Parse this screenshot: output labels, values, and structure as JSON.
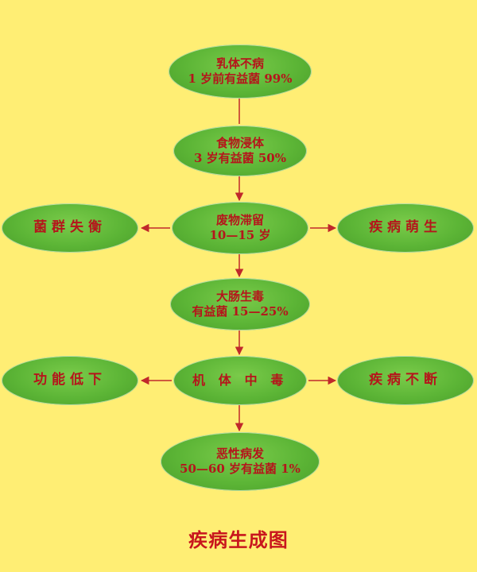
{
  "colors": {
    "background": "#FFEE74",
    "node_fill": "#5CB536",
    "text_red": "#B5151B",
    "arrow_red": "#C0282B"
  },
  "main_chain": [
    {
      "line1": "乳体不病",
      "line2": "1 岁前有益菌 99%"
    },
    {
      "line1": "食物浸体",
      "line2": "3 岁有益菌 50%"
    },
    {
      "line1": "废物滞留",
      "line2": "10—15 岁"
    },
    {
      "line1": "大肠生毒",
      "line2": "有益菌 15—25%"
    },
    {
      "line1": "机 体 中 毒"
    },
    {
      "line1": "恶性病发",
      "line2": "50—60 岁有益菌 1%"
    }
  ],
  "branches": {
    "row3_left": "菌群失衡",
    "row3_right": "疾病萌生",
    "row5_left": "功能低下",
    "row5_right": "疾病不断"
  },
  "title": "疾病生成图"
}
